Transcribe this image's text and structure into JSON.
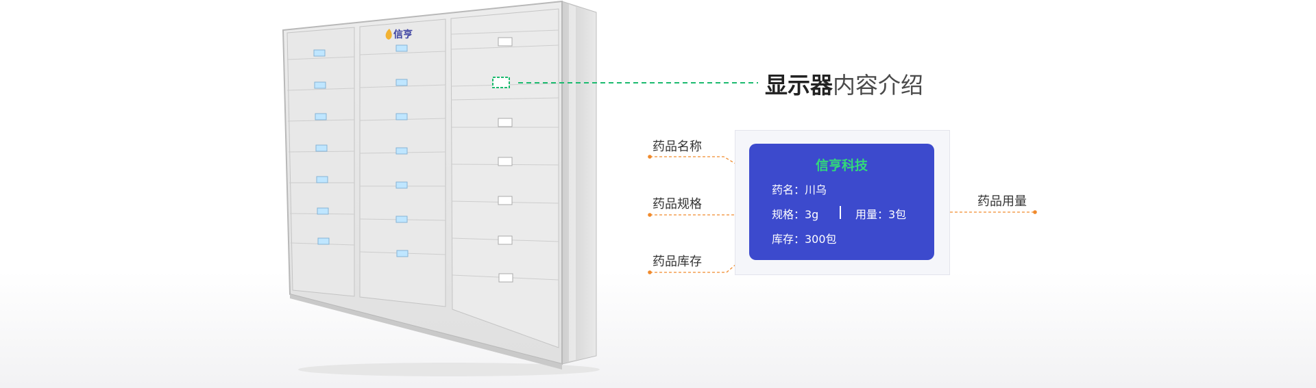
{
  "cabinet": {
    "brand_logo": "信亨",
    "logo_icon": "gourd-drop-icon"
  },
  "header": {
    "title_bold": "显示器",
    "title_rest": "内容介绍"
  },
  "display": {
    "brand": "信亨科技",
    "name_line": "药名：川乌",
    "spec_line": "规格：3g",
    "dose_line": "用量：3包",
    "stock_line": "库存：300包"
  },
  "callouts": {
    "name": "药品名称",
    "spec": "药品规格",
    "stock": "药品库存",
    "dose": "药品用量"
  },
  "colors": {
    "screen_blue": "#3c4acd",
    "brand_green": "#32d97a",
    "leader_green": "#1aba6e",
    "leader_orange": "#f08a2c"
  }
}
